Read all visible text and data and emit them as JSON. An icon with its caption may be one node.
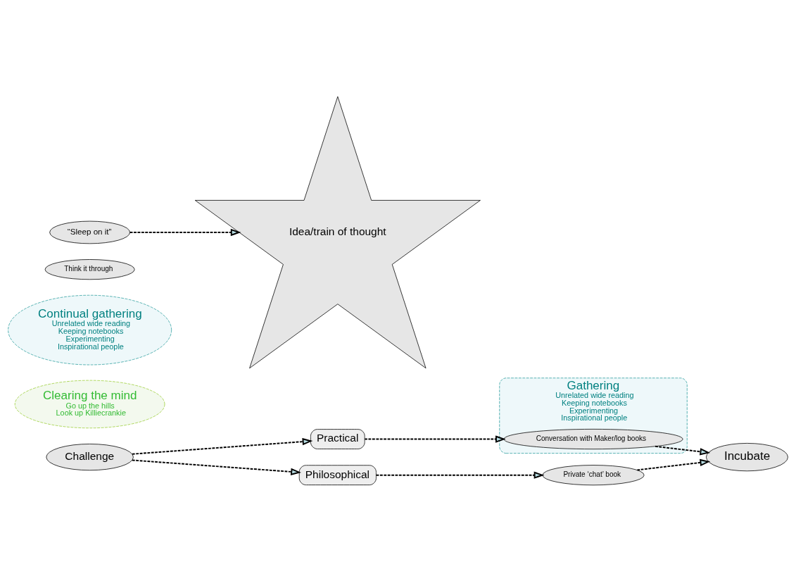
{
  "diagram": {
    "nodes": [
      {
        "text": [
          "Gathering",
          "Unrelated wide reading",
          "Keeping notebooks",
          "Experimenting",
          "Inspirational people"
        ]
      },
      {
        "text": [
          "Clearing the mind",
          "Go up the hills",
          "Look up Killiecrankie"
        ]
      },
      {
        "text": [
          "Continual gathering",
          "Unrelated wide reading",
          "Keeping notebooks",
          "Experimenting",
          "Inspirational people"
        ]
      },
      {
        "text": [
          "Challenge"
        ]
      },
      {
        "text": [
          "Practical"
        ]
      },
      {
        "text": [
          "Think it through"
        ]
      },
      {
        "text": [
          "Philosophical"
        ]
      },
      {
        "text": [
          "Conversation with Maker/log books"
        ],
        "in": 0
      },
      {
        "text": [
          "Private ‘chat’ book"
        ]
      },
      {
        "text": [
          "Incubate"
        ]
      },
      {
        "text": [
          "“Sleep on it”"
        ]
      },
      {
        "text": [
          "Idea/train of thought"
        ]
      }
    ],
    "edges": [
      {
        "from": 3,
        "to": 4,
        "arrow": "to",
        "style": "dashed"
      },
      {
        "from": 4,
        "to": 7,
        "arrow": "to",
        "style": "dashed"
      },
      {
        "from": 7,
        "to": 9,
        "arrow": "to",
        "style": "dashed"
      },
      {
        "from": 3,
        "to": 6,
        "arrow": "to",
        "style": "dashed"
      },
      {
        "from": 6,
        "to": 8,
        "arrow": "to",
        "style": "dashed"
      },
      {
        "from": 8,
        "to": 9,
        "arrow": "to",
        "style": "dashed"
      },
      {
        "from": 10,
        "to": 11,
        "arrow": "to",
        "style": "dashed"
      }
    ]
  }
}
